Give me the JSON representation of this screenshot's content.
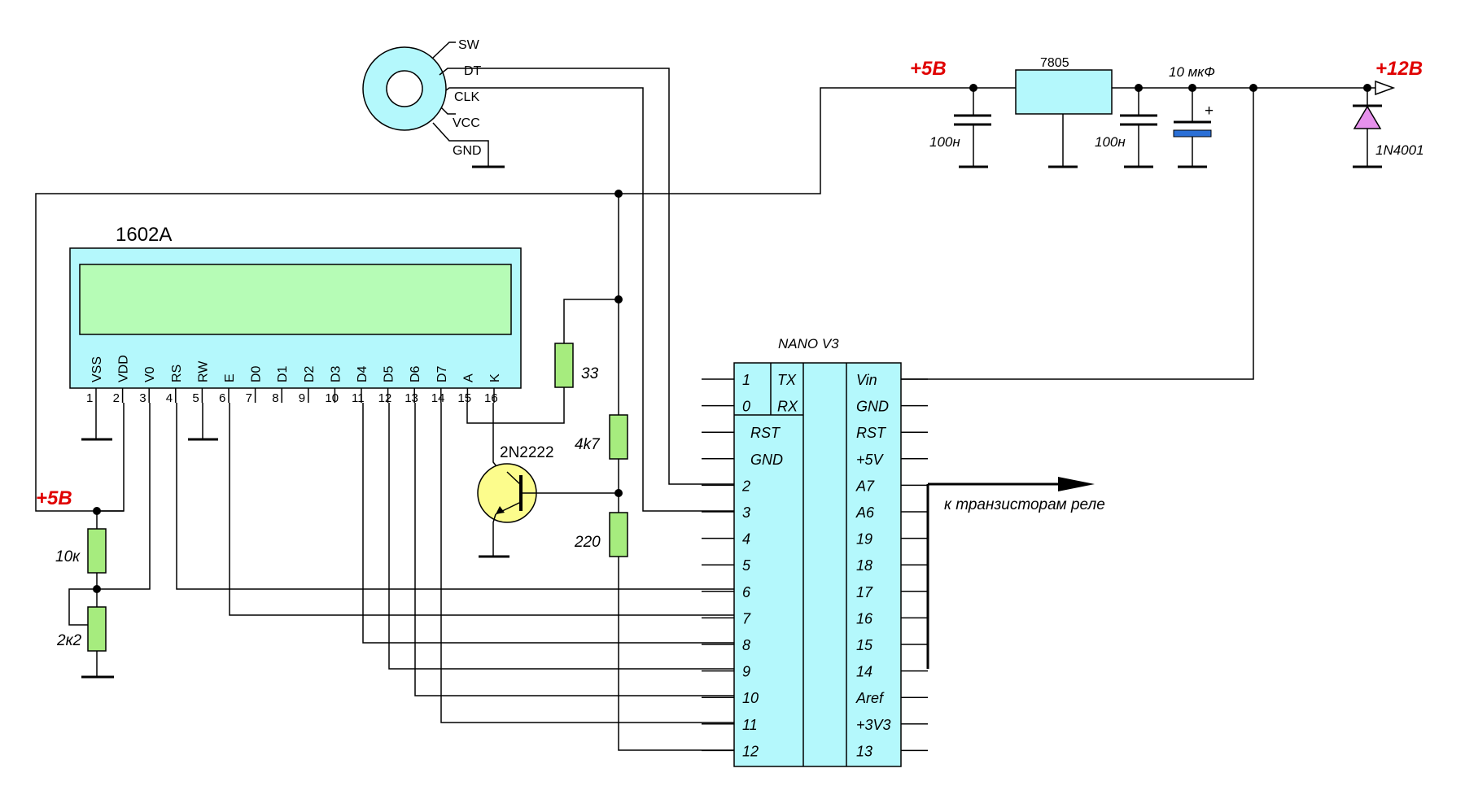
{
  "lcd": {
    "title": "1602A",
    "pins": [
      {
        "name": "VSS",
        "num": "1"
      },
      {
        "name": "VDD",
        "num": "2"
      },
      {
        "name": "V0",
        "num": "3"
      },
      {
        "name": "RS",
        "num": "4"
      },
      {
        "name": "RW",
        "num": "5"
      },
      {
        "name": "E",
        "num": "6"
      },
      {
        "name": "D0",
        "num": "7"
      },
      {
        "name": "D1",
        "num": "8"
      },
      {
        "name": "D2",
        "num": "9"
      },
      {
        "name": "D3",
        "num": "10"
      },
      {
        "name": "D4",
        "num": "11"
      },
      {
        "name": "D5",
        "num": "12"
      },
      {
        "name": "D6",
        "num": "13"
      },
      {
        "name": "D7",
        "num": "14"
      },
      {
        "name": "A",
        "num": "15"
      },
      {
        "name": "K",
        "num": "16"
      }
    ]
  },
  "encoder": {
    "pins": [
      "SW",
      "DT",
      "CLK",
      "VCC",
      "GND"
    ]
  },
  "power": {
    "plus5_top": "+5В",
    "plus12": "+12В",
    "plus5_left": "+5В",
    "regulator": "7805",
    "cap1": "100н",
    "cap2": "100н",
    "cap_elec": "10 мкФ",
    "cap_polarity": "+",
    "diode": "1N4001"
  },
  "resistors": {
    "r33": "33",
    "r4k7": "4k7",
    "r220": "220",
    "r10k": "10к",
    "r2k2": "2к2"
  },
  "transistor": {
    "label": "2N2222"
  },
  "nano": {
    "title": "NANO V3",
    "left_pins": [
      "1",
      "0",
      "RST",
      "GND",
      "2",
      "3",
      "4",
      "5",
      "6",
      "7",
      "8",
      "9",
      "10",
      "11",
      "12"
    ],
    "left_inner": [
      "TX",
      "RX"
    ],
    "right_pins": [
      "Vin",
      "GND",
      "RST",
      "+5V",
      "A7",
      "A6",
      "19",
      "18",
      "17",
      "16",
      "15",
      "14",
      "Aref",
      "+3V3",
      "13"
    ]
  },
  "relay_label": "к транзисторам реле",
  "colors": {
    "lcd_body": "#b4f8fc",
    "lcd_screen": "#b6fcb6",
    "resistor": "#a6ec7e",
    "transistor": "#fcfc8c",
    "cap_blue": "#2a6fd6",
    "diode": "#e691ec",
    "accent_red": "#e00000"
  }
}
